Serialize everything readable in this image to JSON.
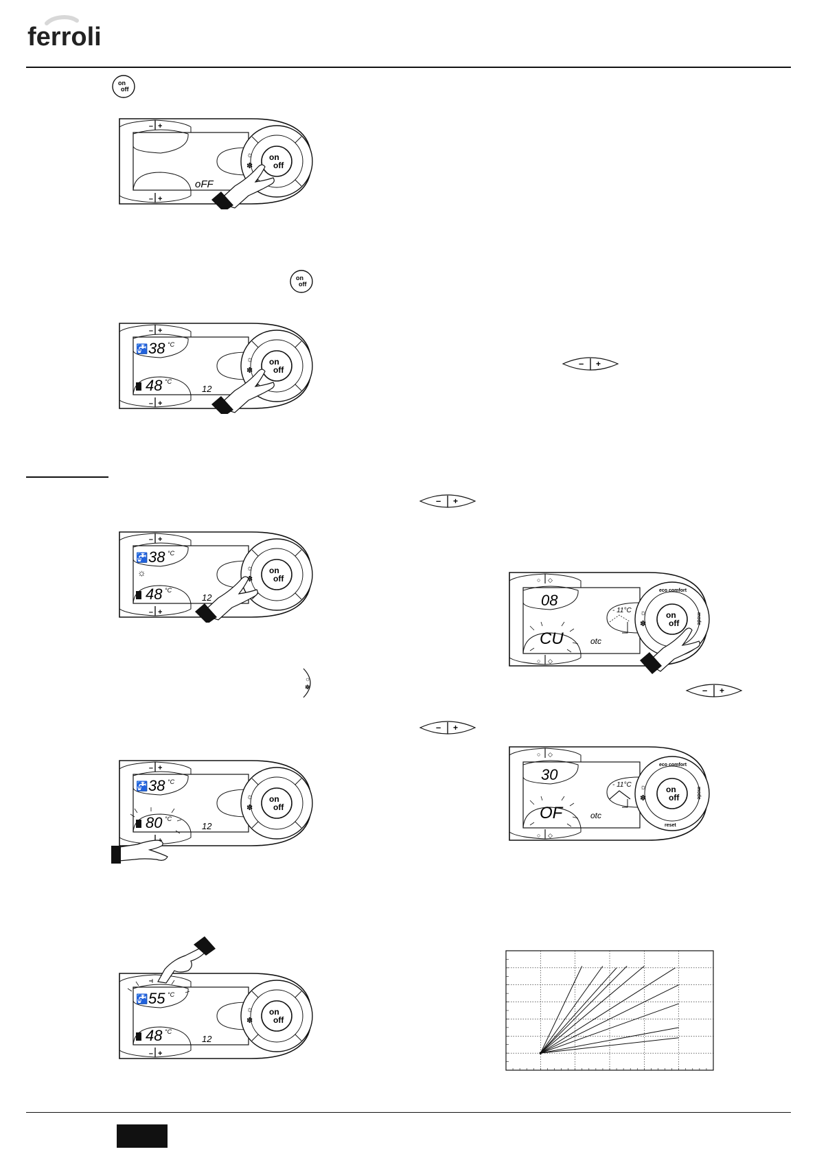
{
  "brand": {
    "name": "ferroli"
  },
  "colors": {
    "ink": "#111111",
    "paper": "#ffffff"
  },
  "icons": {
    "onoff": {
      "on": "on",
      "off": "off"
    },
    "minus_plus": {
      "minus": "–",
      "plus": "+"
    }
  },
  "panels": {
    "p1": {
      "dhw": "",
      "heat": "",
      "status": "oFF"
    },
    "p2": {
      "dhw": "38",
      "heat": "48",
      "unit": "°C",
      "status": "12"
    },
    "p3": {
      "dhw": "38",
      "heat": "48",
      "unit": "°C",
      "status": "12"
    },
    "p4": {
      "dhw": "38",
      "heat": "80",
      "unit": "°C",
      "status": "12"
    },
    "p5": {
      "dhw": "55",
      "heat": "48",
      "unit": "°C",
      "status": "12"
    },
    "p6": {
      "top": "08",
      "bottom": "CU",
      "ext_temp": "- 11°C",
      "mode": "otc",
      "ring_top": "eco comfort",
      "ring_side": "mode"
    },
    "p7": {
      "top": "30",
      "bottom": "OF",
      "ext_temp": "- 11°C",
      "mode": "otc",
      "ring_top": "eco comfort",
      "ring_side": "mode",
      "ring_bottom": "reset"
    }
  },
  "chart_data": {
    "type": "line",
    "title": "",
    "xlabel": "",
    "ylabel": "",
    "grid": true,
    "origin": [
      1,
      1
    ],
    "series": [
      {
        "name": "",
        "x": [
          1,
          2.2
        ],
        "y": [
          1,
          6.1
        ]
      },
      {
        "name": "",
        "x": [
          1,
          2.8
        ],
        "y": [
          1,
          6.1
        ]
      },
      {
        "name": "",
        "x": [
          1,
          3.2
        ],
        "y": [
          1,
          6.0
        ]
      },
      {
        "name": "",
        "x": [
          1,
          3.5
        ],
        "y": [
          1,
          6.1
        ]
      },
      {
        "name": "",
        "x": [
          1,
          4.0
        ],
        "y": [
          1,
          6.1
        ]
      },
      {
        "name": "",
        "x": [
          1,
          4.9
        ],
        "y": [
          1,
          6.0
        ]
      },
      {
        "name": "",
        "x": [
          1,
          5.0
        ],
        "y": [
          1,
          5.0
        ]
      },
      {
        "name": "",
        "x": [
          1,
          5.0
        ],
        "y": [
          1,
          3.9
        ]
      },
      {
        "name": "",
        "x": [
          1,
          5.0
        ],
        "y": [
          1,
          2.5
        ]
      },
      {
        "name": "",
        "x": [
          1,
          5.0
        ],
        "y": [
          1,
          1.9
        ]
      }
    ],
    "xlim": [
      0,
      6
    ],
    "ylim": [
      0,
      7
    ]
  },
  "footer": {
    "page_tab": ""
  }
}
